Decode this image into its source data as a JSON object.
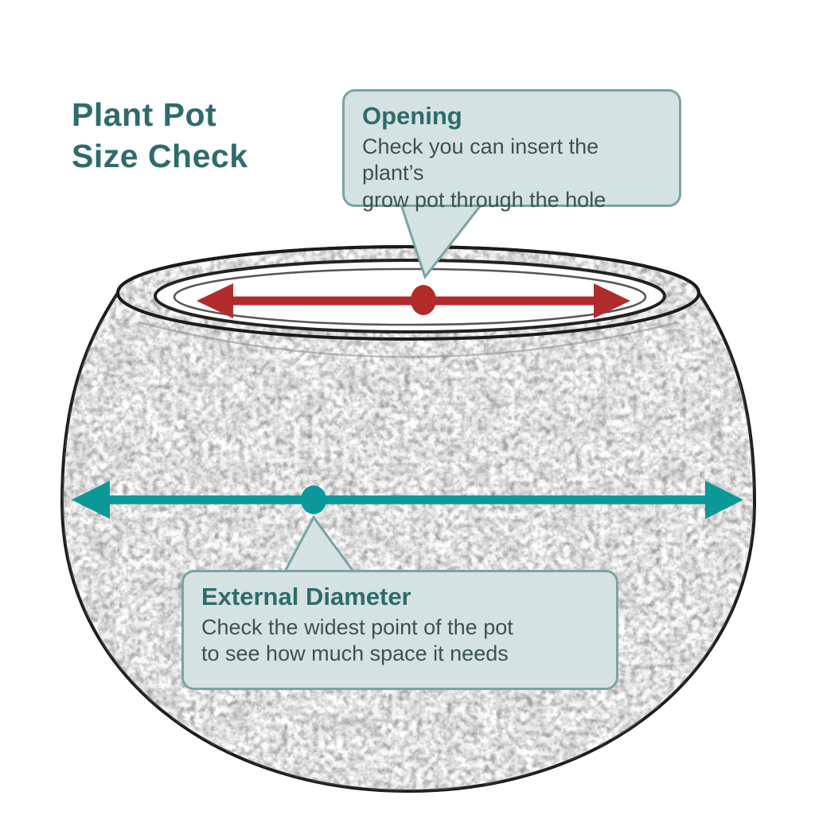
{
  "page": {
    "title": "Plant Pot\nSize Check"
  },
  "callouts": {
    "opening": {
      "title": "Opening",
      "body": "Check you can insert the plant’s\ngrow pot through the hole"
    },
    "external_diameter": {
      "title": "External Diameter",
      "body": "Check the widest point of the pot\nto see how much space it needs"
    }
  },
  "diagram": {
    "subject": "round-plant-pot-sketch",
    "markers": {
      "opening_arrow": "opening width measurement arrow",
      "external_diameter_arrow": "external diameter measurement arrow"
    }
  },
  "colors": {
    "title_teal": "#2E6B6B",
    "arrow_red": "#B12B2B",
    "arrow_teal": "#0B9898",
    "callout_bg": "#D5E2E2",
    "callout_border": "#7BA3A3",
    "sketch_ink": "#1B1B1B"
  }
}
